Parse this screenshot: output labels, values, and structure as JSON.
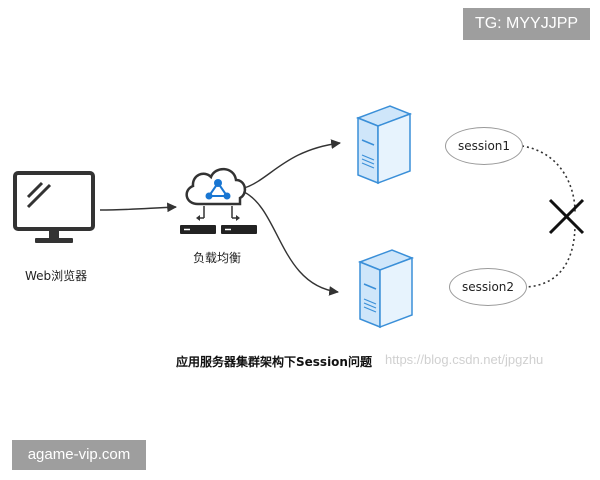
{
  "badges": {
    "top_right": "TG: MYYJJPP",
    "bottom_left": "agame-vip.com"
  },
  "nodes": {
    "browser": {
      "label": "Web浏览器",
      "icon": "monitor-icon"
    },
    "load_balancer": {
      "label": "负载均衡",
      "icon": "cloud-network-icon"
    },
    "server_top": {
      "icon": "server-icon",
      "session": "session1"
    },
    "server_bottom": {
      "icon": "server-icon",
      "session": "session2"
    }
  },
  "caption": "应用服务器集群架构下Session问题",
  "watermark": "https://blog.csdn.net/jpgzhu",
  "colors": {
    "server_fill": "#cfe6fa",
    "server_stroke": "#3a8fd8",
    "cloud": "#1976d2",
    "line": "#333333"
  }
}
